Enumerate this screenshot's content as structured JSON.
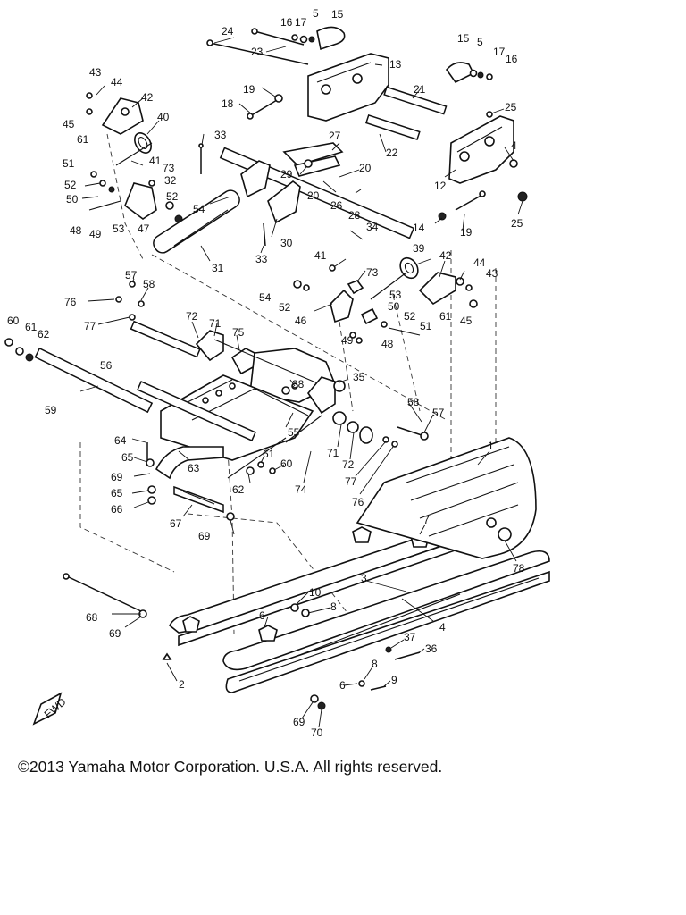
{
  "copyright": "©2013 Yamaha Motor Corporation. U.S.A. All rights reserved.",
  "fwd_label": "FWD",
  "labels": {
    "c16a": "16",
    "c17a": "17",
    "c5a": "5",
    "c15a": "15",
    "c24": "24",
    "c23": "23",
    "c13": "13",
    "c15b": "15",
    "c5b": "5",
    "c17b": "17",
    "c16b": "16",
    "c43a": "43",
    "c44a": "44",
    "c42a": "42",
    "c45a": "45",
    "c61a": "61",
    "c40": "40",
    "c19a": "19",
    "c18": "18",
    "c21": "21",
    "c25a": "25",
    "c33a": "33",
    "c27": "27",
    "c22": "22",
    "c4": "4",
    "c51a": "51",
    "c41a": "41",
    "c73a": "73",
    "c52a": "52",
    "c32": "32",
    "c50a": "50",
    "c52b": "52",
    "c29": "29",
    "c20a": "20",
    "c20b": "20",
    "c12": "12",
    "c48a": "48",
    "c49a": "49",
    "c53a": "53",
    "c47": "47",
    "c54a": "54",
    "c26": "26",
    "c28": "28",
    "c14": "14",
    "c19b": "19",
    "c25b": "25",
    "c30": "30",
    "c34": "34",
    "c33b": "33",
    "c31": "31",
    "c39": "39",
    "c42b": "42",
    "c44b": "44",
    "c43b": "43",
    "c41b": "41",
    "c73b": "73",
    "c57a": "57",
    "c58a": "58",
    "c76a": "76",
    "c54b": "54",
    "c52c": "52",
    "c53b": "53",
    "c50b": "50",
    "c52d": "52",
    "c61b": "61",
    "c45b": "45",
    "c46": "46",
    "c51b": "51",
    "c49b": "49",
    "c48b": "48",
    "c60a": "60",
    "c61c": "61",
    "c62a": "62",
    "c77a": "77",
    "c72a": "72",
    "c71a": "71",
    "c75": "75",
    "c56": "56",
    "c38": "38",
    "c35": "35",
    "c59": "59",
    "c58b": "58",
    "c57b": "57",
    "c55": "55",
    "c64": "64",
    "c65a": "65",
    "c69a": "69",
    "c63": "63",
    "c61d": "61",
    "c60b": "60",
    "c71b": "71",
    "c72b": "72",
    "c1": "1",
    "c77b": "77",
    "c76b": "76",
    "c62b": "62",
    "c74": "74",
    "c65b": "65",
    "c66": "66",
    "c67": "67",
    "c69b": "69",
    "c7": "7",
    "c78": "78",
    "c3": "3",
    "c10": "10",
    "c8a": "8",
    "c4b": "4",
    "c68": "68",
    "c69c": "69",
    "c6a": "6",
    "c37": "37",
    "c36": "36",
    "c8b": "8",
    "c6b": "6",
    "c9": "9",
    "c2": "2",
    "c69d": "69",
    "c70": "70"
  }
}
